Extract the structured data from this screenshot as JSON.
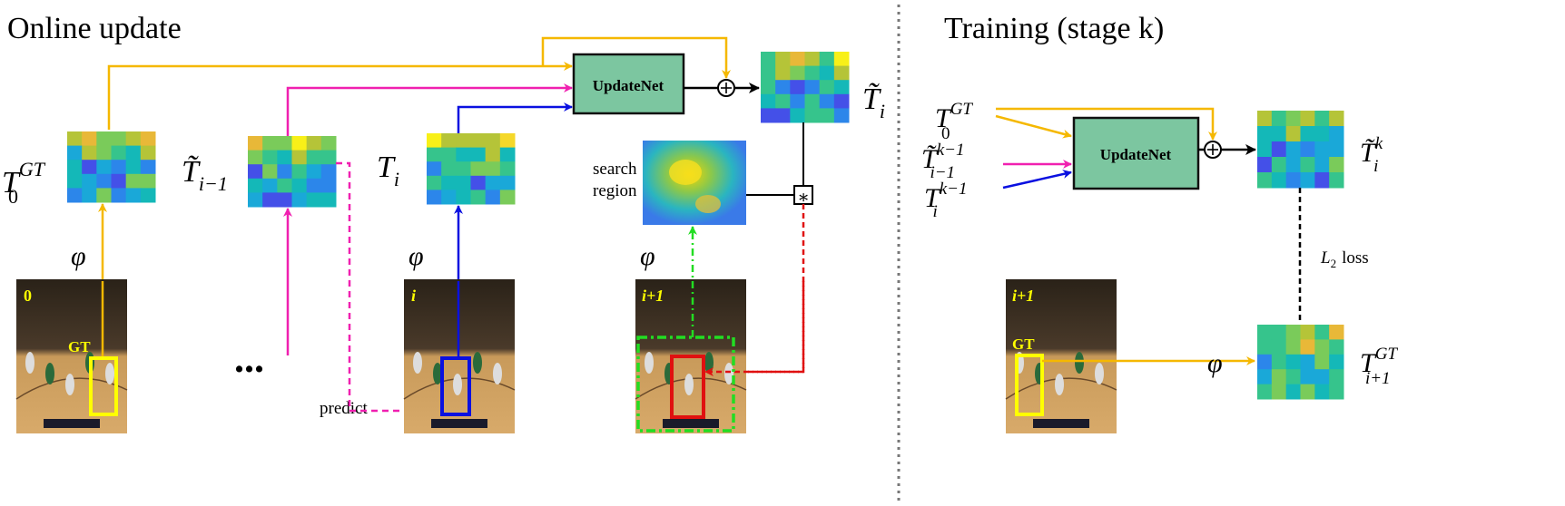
{
  "online": {
    "title": "Online update",
    "updatenet_label": "UpdateNet",
    "labels": {
      "t0gt": "T",
      "t0gt_sup": "GT",
      "t0gt_sub": "0",
      "tprev": "T̃",
      "tprev_sub": "i−1",
      "ti": "T",
      "ti_sub": "i",
      "tnew": "T̃",
      "tnew_sub": "i",
      "search_region_line1": "search",
      "search_region_line2": "region",
      "phi": "φ",
      "ellipsis": "...",
      "predict": "predict",
      "conv": "∗",
      "plus": "+"
    },
    "frames": [
      {
        "label": "0",
        "box_label": "GT"
      },
      {
        "label": "i"
      },
      {
        "label": "i+1"
      }
    ]
  },
  "training": {
    "title": "Training (stage k)",
    "updatenet_label": "UpdateNet",
    "labels": {
      "t0gt": "T",
      "t0gt_sup": "GT",
      "t0gt_sub": "0",
      "tprev": "T̃",
      "tprev_sup": "k−1",
      "tprev_sub": "i−1",
      "ti": "T",
      "ti_sup": "k−1",
      "ti_sub": "i",
      "tout": "T̃",
      "tout_sup": "k",
      "tout_sub": "i",
      "tgt": "T",
      "tgt_sup": "GT",
      "tgt_sub": "i+1",
      "loss": "L",
      "loss_sub": "2",
      "loss_word": "loss",
      "phi": "φ",
      "plus": "+"
    },
    "frame": {
      "label": "i+1",
      "box_label": "GT"
    }
  },
  "colors": {
    "yellow": "#f5b800",
    "magenta": "#f020b0",
    "blue": "#0a10e0",
    "green": "#22dd22",
    "red": "#e01010",
    "updatenet_fill": "#7cc6a0",
    "gt_box": "#ffff00"
  }
}
